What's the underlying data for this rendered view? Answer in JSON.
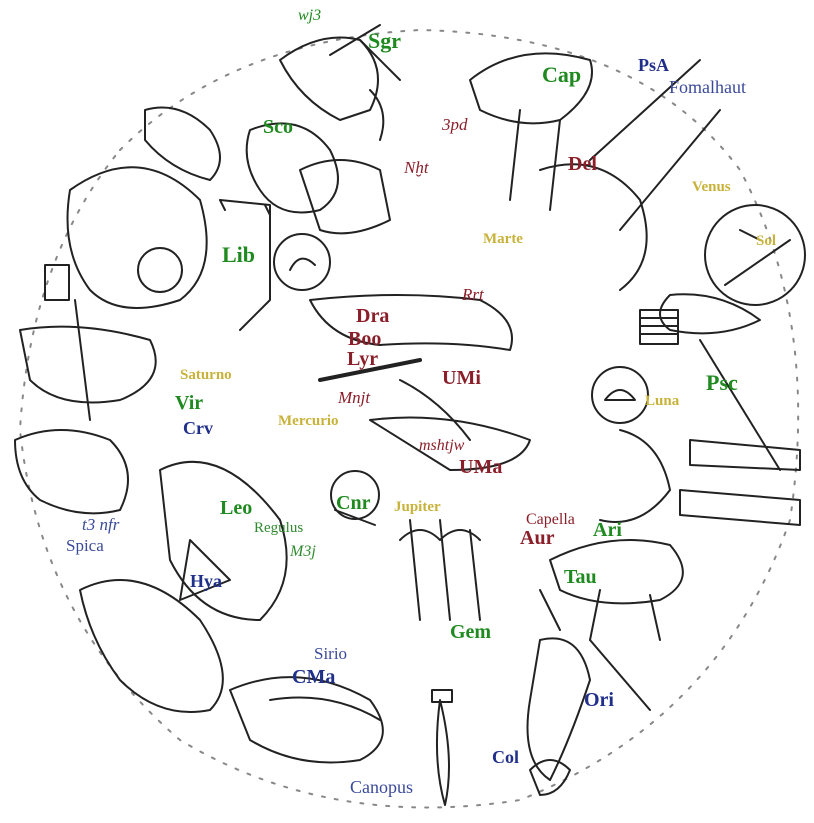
{
  "labels": {
    "wj3": "wj3",
    "sgr": "Sgr",
    "cap": "Cap",
    "psa": "PsA",
    "fomalhaut": "Fomalhaut",
    "sco": "Sco",
    "spd": "3pd",
    "nht": "Nḫt",
    "del": "Del",
    "venus": "Venus",
    "marte": "Marte",
    "sol": "Sol",
    "lib": "Lib",
    "rrt": "Rrt",
    "dra": "Dra",
    "boo": "Boo",
    "lyr": "Lyr",
    "umi": "UMi",
    "saturno": "Saturno",
    "psc": "Psc",
    "luna": "Luna",
    "vir": "Vir",
    "mnjt": "Mnjt",
    "crv": "Crv",
    "mercurio": "Mercurio",
    "mshtiw": "mshtjw",
    "uma": "UMa",
    "leo": "Leo",
    "cnr": "Cnr",
    "jupiter": "Jupiter",
    "capella": "Capella",
    "aur": "Aur",
    "ari": "Ari",
    "t3nfr": "t3 nfr",
    "spica": "Spica",
    "regulus": "Regulus",
    "m3j": "M3j",
    "hya": "Hya",
    "tau": "Tau",
    "gem": "Gem",
    "sirio": "Sirio",
    "cma": "CMa",
    "ori": "Ori",
    "col": "Col",
    "canopus": "Canopus"
  },
  "colors": {
    "constellation": "#1f8a1f",
    "star_blue": "#1f2f8a",
    "egyptian": "#8a1f2a",
    "planet": "#c9b23a",
    "drawing": "#222222"
  },
  "icons": [
    "disc-outline",
    "lion-figure",
    "bull-figure",
    "scorpion-figure",
    "sun-circle",
    "moon-circle",
    "fish-figure",
    "human-figures"
  ]
}
